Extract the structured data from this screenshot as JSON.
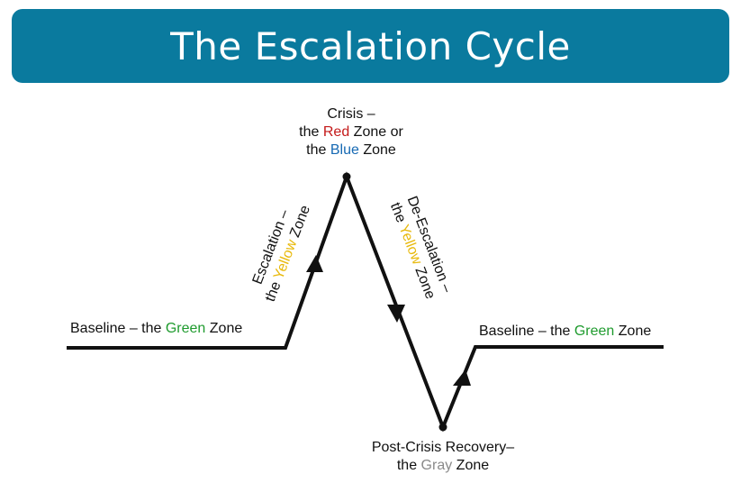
{
  "title": "The Escalation Cycle",
  "colors": {
    "banner": "#0a7a9e",
    "line": "#111111",
    "red": "#c41a1a",
    "blue": "#1669b3",
    "green": "#1f9b2e",
    "yellow": "#e8b90c",
    "gray": "#8a8a8a"
  },
  "labels": {
    "crisis": {
      "line1": "Crisis –",
      "line2_pre": "the ",
      "line2_zone": "Red",
      "line2_post": " Zone or",
      "line3_pre": "the ",
      "line3_zone": "Blue",
      "line3_post": " Zone"
    },
    "baseline_left": {
      "pre": "Baseline – the ",
      "zone": "Green",
      "post": " Zone"
    },
    "baseline_right": {
      "pre": "Baseline – the ",
      "zone": "Green",
      "post": " Zone"
    },
    "escalation": {
      "line1": "Escalation –",
      "line2_pre": "the ",
      "line2_zone": "Yellow",
      "line2_post": " Zone"
    },
    "deescalation": {
      "line1": "De-Escalation –",
      "line2_pre": "the ",
      "line2_zone": "Yellow",
      "line2_post": " Zone"
    },
    "recovery": {
      "line1": "Post-Crisis Recovery–",
      "line2_pre": "the ",
      "line2_zone": "Gray",
      "line2_post": " Zone"
    }
  }
}
